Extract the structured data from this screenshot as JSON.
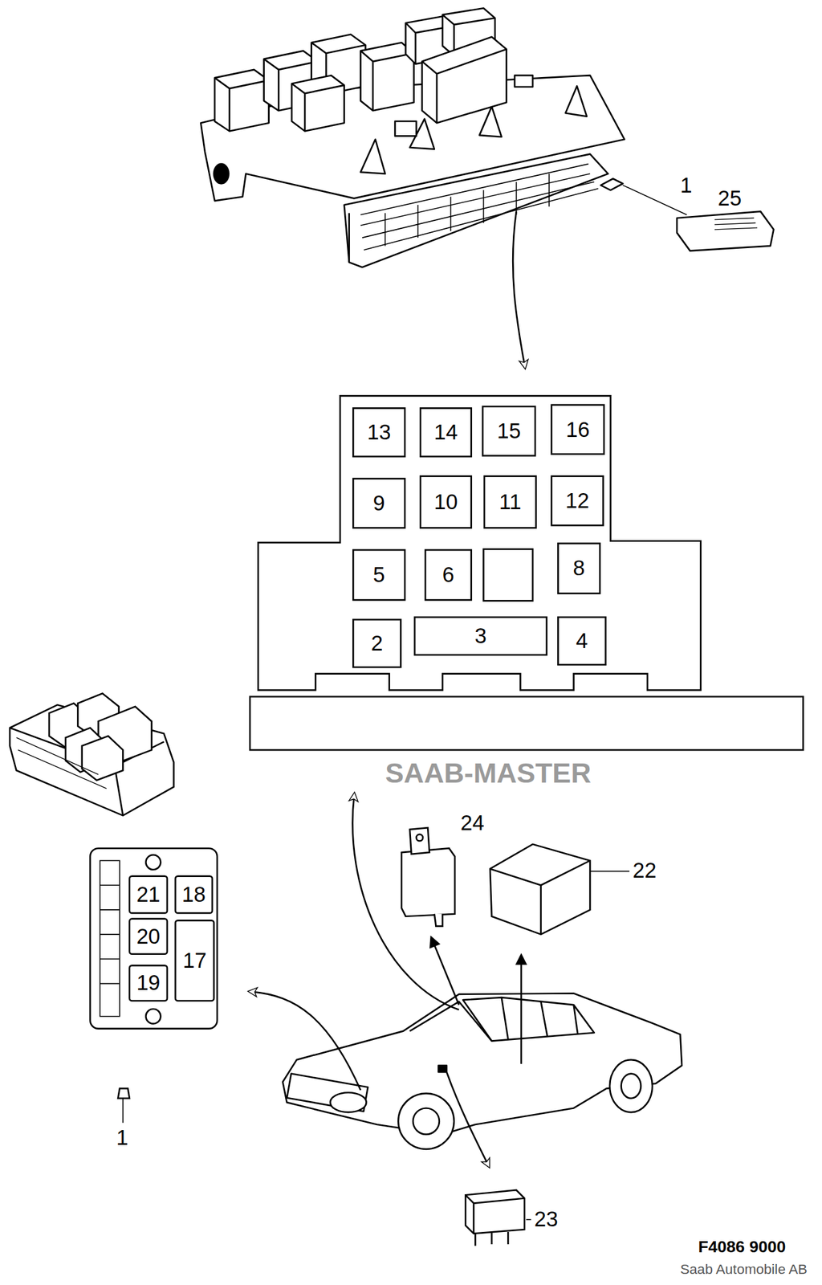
{
  "diagram": {
    "nodes": [
      {
        "text": [
          "13"
        ]
      },
      {
        "text": [
          "14"
        ]
      },
      {
        "text": [
          "15"
        ]
      },
      {
        "text": [
          "16"
        ]
      },
      {
        "text": [
          "9"
        ]
      },
      {
        "text": [
          "10"
        ]
      },
      {
        "text": [
          "11"
        ]
      },
      {
        "text": [
          "12"
        ]
      },
      {
        "text": [
          "5"
        ]
      },
      {
        "text": [
          "6"
        ]
      },
      {
        "text": [
          "8"
        ]
      },
      {
        "text": [
          "2"
        ]
      },
      {
        "text": [
          "3"
        ]
      },
      {
        "text": [
          "4"
        ]
      },
      {
        "text": [
          "21"
        ]
      },
      {
        "text": [
          "18"
        ]
      },
      {
        "text": [
          "20"
        ]
      },
      {
        "text": [
          "17"
        ]
      },
      {
        "text": [
          "19"
        ]
      }
    ],
    "labels": [
      "1",
      "25",
      "SAAB-MASTER",
      "24",
      "22",
      "1",
      "23",
      "F4086 9000",
      "Saab Automobile AB"
    ]
  }
}
